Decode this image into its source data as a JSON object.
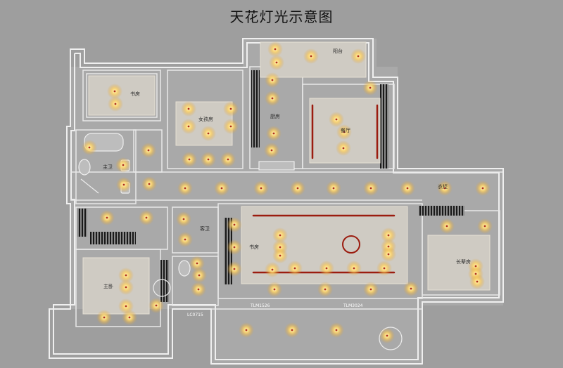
{
  "title": "天花灯光示意图",
  "rooms": {
    "study_top": "书房",
    "daughter": "女孩房",
    "kitchen": "厨房",
    "balcony": "阳台",
    "dining": "餐厅",
    "master_bath": "主卫",
    "corridor": "衣柜",
    "guest_bath": "客卫",
    "study_mid": "书房",
    "elder": "长辈房",
    "master": "主卧"
  },
  "labels": {
    "window1": "TLM1526",
    "window2": "TLM3024",
    "window3": "LC0715"
  },
  "colors": {
    "background": "#9e9e9e",
    "wall": "#efefef",
    "glow": "#ffcf5a",
    "led_strip": "#9b1c0f",
    "ceiling_panel": "#cfcbc3"
  }
}
